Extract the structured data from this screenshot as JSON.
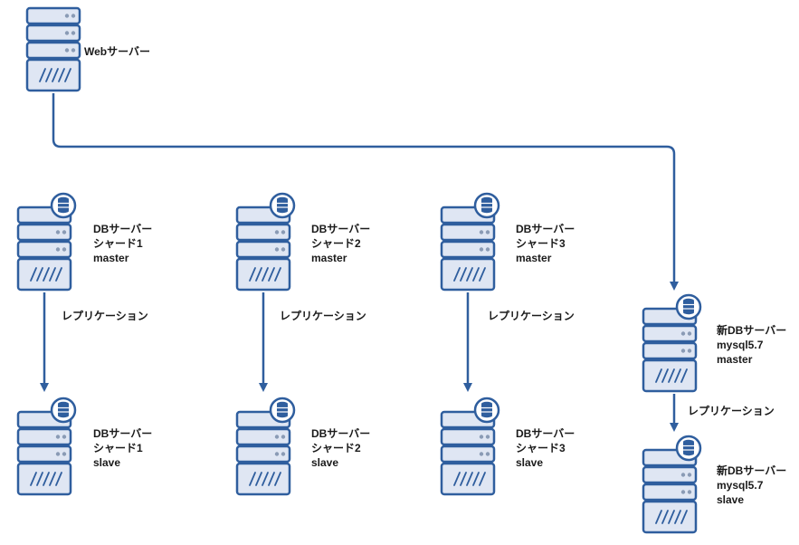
{
  "web_server": {
    "label": "Webサーバー"
  },
  "shards": [
    {
      "master": [
        "DBサーバー",
        "シャード1",
        "master"
      ],
      "slave": [
        "DBサーバー",
        "シャード1",
        "slave"
      ],
      "replication": "レプリケーション"
    },
    {
      "master": [
        "DBサーバー",
        "シャード2",
        "master"
      ],
      "slave": [
        "DBサーバー",
        "シャード2",
        "slave"
      ],
      "replication": "レプリケーション"
    },
    {
      "master": [
        "DBサーバー",
        "シャード3",
        "master"
      ],
      "slave": [
        "DBサーバー",
        "シャード3",
        "slave"
      ],
      "replication": "レプリケーション"
    }
  ],
  "new_db": {
    "master": [
      "新DBサーバー",
      "mysql5.7",
      "master"
    ],
    "slave": [
      "新DBサーバー",
      "mysql5.7",
      "slave"
    ],
    "replication": "レプリケーション"
  },
  "colors": {
    "server_fill": "#dfe6f3",
    "server_stroke": "#2f5e9e",
    "arrow": "#2f5e9e",
    "slot_dot": "#8a9bb5",
    "text": "#1a1a1a"
  }
}
